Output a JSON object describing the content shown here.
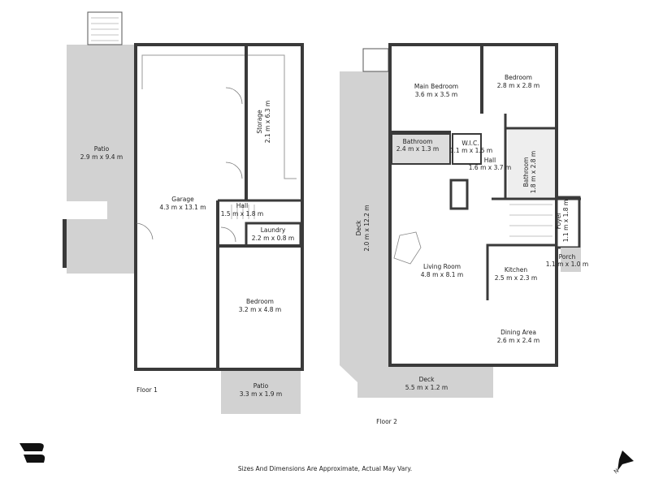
{
  "colors": {
    "wall": "#3a3a3a",
    "outdoor": "#d2d2d2",
    "floor": "#ffffff"
  },
  "floor1": {
    "label": "Floor 1",
    "rooms": [
      {
        "name": "Patio",
        "dims": "2.9 m x 9.4 m"
      },
      {
        "name": "Garage",
        "dims": "4.3 m x 13.1 m"
      },
      {
        "name": "Storage",
        "dims": "2.1 m x 6.3 m"
      },
      {
        "name": "Hall",
        "dims": "1.5 m x 1.8 m"
      },
      {
        "name": "Laundry",
        "dims": "2.2 m x 0.8 m"
      },
      {
        "name": "Bedroom",
        "dims": "3.2 m x 4.8 m"
      },
      {
        "name": "Patio",
        "dims": "3.3 m x 1.9 m"
      }
    ]
  },
  "floor2": {
    "label": "Floor 2",
    "rooms": [
      {
        "name": "Main Bedroom",
        "dims": "3.6 m x 3.5 m"
      },
      {
        "name": "Bedroom",
        "dims": "2.8 m x 2.8 m"
      },
      {
        "name": "Bathroom",
        "dims": "2.4 m x 1.3 m"
      },
      {
        "name": "W.I.C.",
        "dims": "1.1 m x 1.5 m"
      },
      {
        "name": "Hall",
        "dims": "1.6 m x 3.7 m"
      },
      {
        "name": "Bathroom",
        "dims": "1.8 m x 2.8 m"
      },
      {
        "name": "Deck",
        "dims": "2.0 m x 12.2 m"
      },
      {
        "name": "Foyer",
        "dims": "1.1 m x 1.8 m"
      },
      {
        "name": "Living Room",
        "dims": "4.8 m x 8.1 m"
      },
      {
        "name": "Porch",
        "dims": "1.1 m x 1.0 m"
      },
      {
        "name": "Kitchen",
        "dims": "2.5 m x 2.3 m"
      },
      {
        "name": "Dining Area",
        "dims": "2.6 m x 2.4 m"
      },
      {
        "name": "Deck",
        "dims": "5.5 m x 1.2 m"
      }
    ]
  },
  "disclaimer": "Sizes And Dimensions Are Approximate, Actual May Vary.",
  "icons": {
    "logo": "brand-logo",
    "compass": "north-arrow-icon"
  },
  "compass_letter": "N"
}
